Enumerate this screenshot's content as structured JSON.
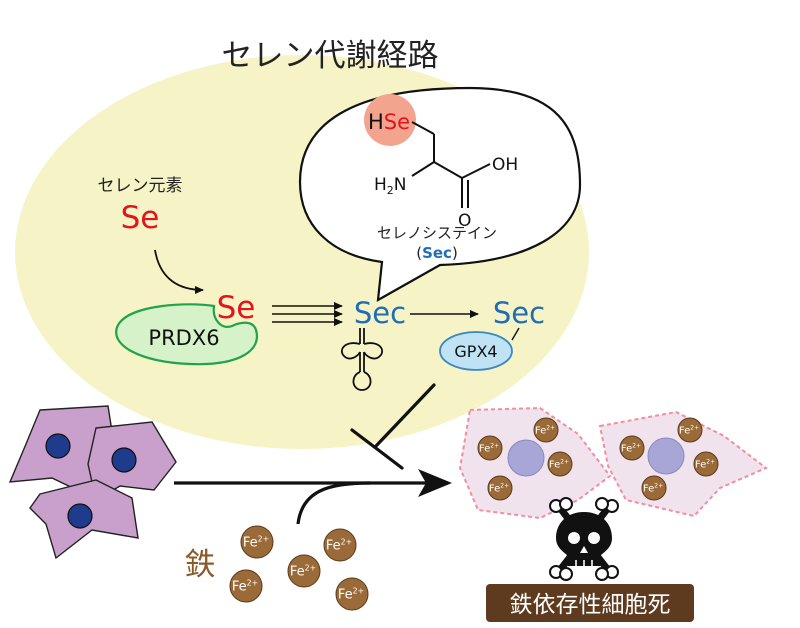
{
  "diagram": {
    "title": "セレン代謝経路",
    "selenium_element": {
      "label": "セレン元素",
      "symbol": "Se"
    },
    "prdx6": {
      "label": "PRDX6",
      "bound_symbol": "Se"
    },
    "sec_trna": {
      "label": "Sec"
    },
    "gpx4": {
      "label": "GPX4",
      "bound_symbol": "Sec"
    },
    "selenocysteine": {
      "name": "セレノシステイン",
      "abbr_open": "(",
      "abbr": "Sec",
      "abbr_close": ")",
      "hse": {
        "h": "H",
        "se": "Se"
      },
      "oh": "OH",
      "o": "O",
      "h2n": {
        "h": "H",
        "sub": "2",
        "n": "N"
      }
    },
    "iron": {
      "label": "鉄",
      "ion_symbol": "Fe",
      "ion_charge": "2+"
    },
    "ferroptosis": {
      "label": "鉄依存性細胞死"
    }
  },
  "colors": {
    "se_red": "#e3141b",
    "sec_blue": "#1f6db5",
    "ellipse_fill": "#f6f3c7",
    "cell_fill": "#c9a0cc",
    "cell_nucleus": "#1e3b8c",
    "dead_cell_fill": "#f1e3ee",
    "dead_cell_border": "#ef8f9f",
    "dead_nucleus": "#a7a6d6",
    "iron_brown": "#8b5a2b",
    "ion_fill": "#9a6a38",
    "label_bg": "#5e3a1e",
    "prdx6_fill": "#d6f2c8",
    "prdx6_border": "#22a34a",
    "gpx4_fill": "#bfe3f5",
    "gpx4_border": "#3a86c0",
    "hse_highlight": "#f3a48f"
  },
  "icons": [
    "skull-crossbones-icon",
    "trna-icon",
    "inhibition-arrow-icon"
  ]
}
